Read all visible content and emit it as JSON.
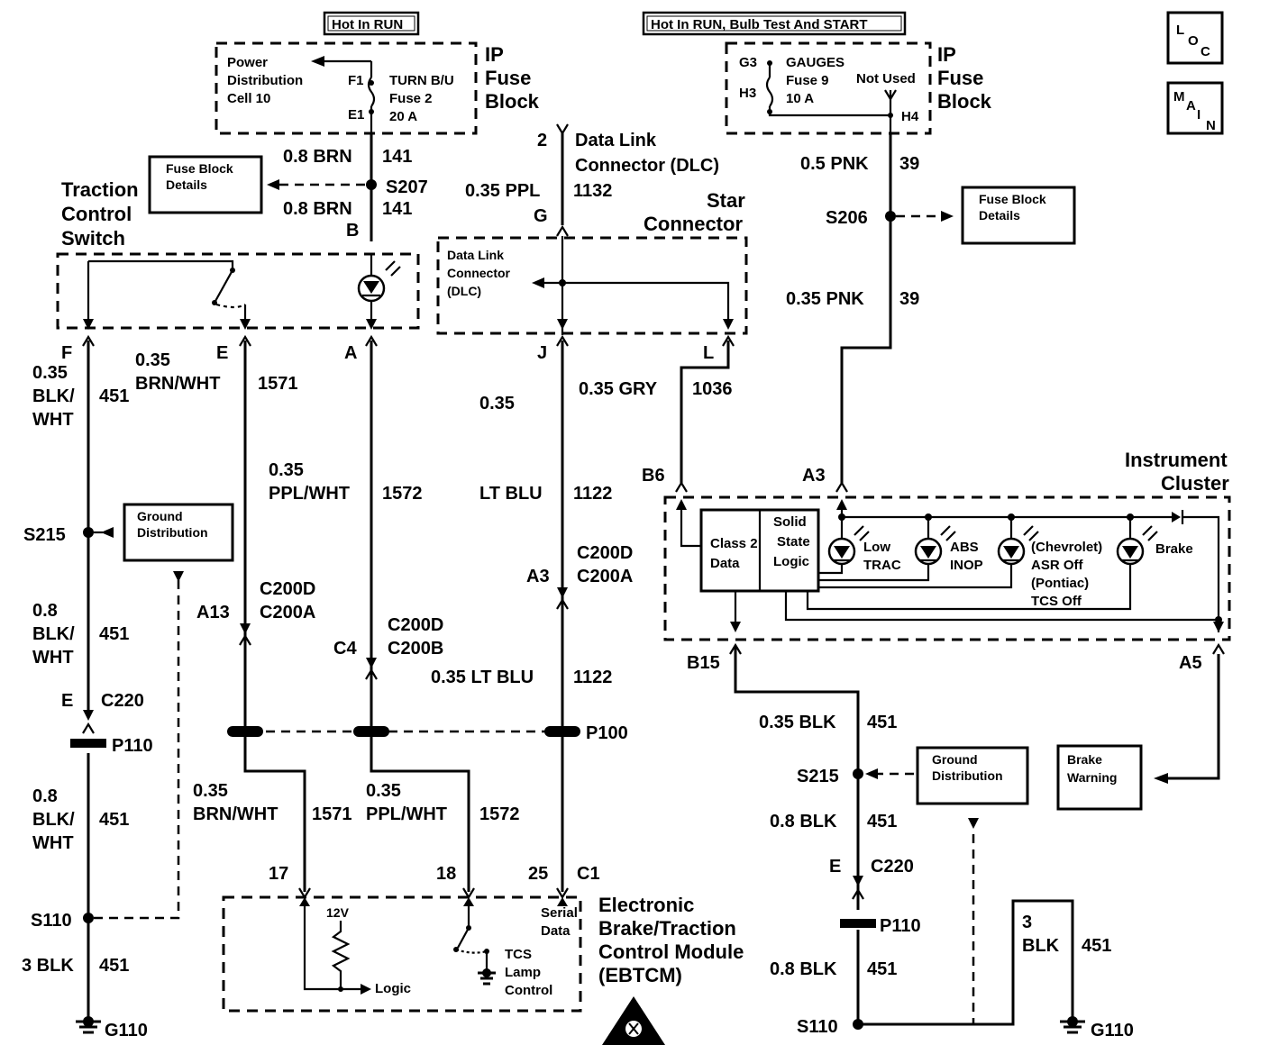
{
  "headers": {
    "hot_run": "Hot In RUN",
    "hot_run_bulb": "Hot In RUN, Bulb Test And START",
    "loc": [
      "L",
      "O",
      "C"
    ],
    "main": [
      "M",
      "A",
      "I",
      "N"
    ]
  },
  "ip_fuse_block": [
    "IP",
    "Fuse",
    "Block"
  ],
  "fuse_turn": {
    "pdc": [
      "Power",
      "Distribution",
      "Cell 10"
    ],
    "f1": "F1",
    "e1": "E1",
    "name": [
      "TURN B/U",
      "Fuse 2",
      "20 A"
    ]
  },
  "fuse_gauges": {
    "g3": "G3",
    "h3": "H3",
    "h4": "H4",
    "name": [
      "GAUGES",
      "Fuse 9",
      "10 A"
    ],
    "not_used": "Not Used"
  },
  "wires": {
    "w141_gauge": "0.8 BRN",
    "w141_num": "141",
    "s207": "S207",
    "fuse_details": [
      "Fuse Block",
      "Details"
    ],
    "pin_b": "B",
    "pnk05": "0.5 PNK",
    "n39": "39",
    "s206": "S206",
    "pnk035": "0.35 PNK",
    "dlc_pin2": "2",
    "dlc_label": [
      "Data Link",
      "Connector (DLC)"
    ],
    "ppl035": "0.35 PPL",
    "n1132": "1132",
    "pin_g": "G",
    "star": [
      "Star",
      "Connector"
    ]
  },
  "tcs_switch": {
    "label": [
      "Traction",
      "Control",
      "Switch"
    ],
    "pin_f": "F",
    "pin_e": "E",
    "pin_a": "A"
  },
  "dlc_box": [
    "Data Link",
    "Connector",
    "(DLC)"
  ],
  "dlc_pins": {
    "j": "J",
    "l": "L"
  },
  "left_column": {
    "g035": "0.35",
    "blkwht": [
      "BLK/",
      "WHT"
    ],
    "n451": "451",
    "s215": "S215",
    "ground_dist": [
      "Ground",
      "Distribution"
    ],
    "g08": "0.8",
    "e": "E",
    "c220": "C220",
    "p110": "P110",
    "s110": "S110",
    "blk3": "3 BLK",
    "g110": "G110"
  },
  "mid_wires": {
    "brnwht_gauge": "0.35",
    "brnwht": "BRN/WHT",
    "n1571": "1571",
    "pplwht_gauge": "0.35",
    "pplwht": "PPL/WHT",
    "n1572": "1572",
    "a13": "A13",
    "c200d": "C200D",
    "c200a": "C200A",
    "c4": "C4",
    "c200b": "C200B",
    "ltblu_gauge": "0.35",
    "ltblu": "LT BLU",
    "n1122": "1122",
    "a3": "A3",
    "ltblu035": "0.35 LT BLU",
    "p100": "P100",
    "gry": "0.35 GRY",
    "n1036": "1036"
  },
  "ebtcm": {
    "pin17": "17",
    "pin18": "18",
    "pin25": "25",
    "c1": "C1",
    "v12": "12V",
    "logic": "Logic",
    "serial": [
      "Serial",
      "Data"
    ],
    "tcs_lamp": [
      "TCS",
      "Lamp",
      "Control"
    ],
    "name": [
      "Electronic",
      "Brake/Traction",
      "Control Module",
      "(EBTCM)"
    ]
  },
  "cluster": {
    "title": [
      "Instrument",
      "Cluster"
    ],
    "b6": "B6",
    "a3": "A3",
    "class2": [
      "Class 2",
      "Data"
    ],
    "solid": [
      "Solid",
      "State",
      "Logic"
    ],
    "low_trac": [
      "Low",
      "TRAC"
    ],
    "abs_inop": [
      "ABS",
      "INOP"
    ],
    "asr": [
      "(Chevrolet)",
      "ASR Off",
      "(Pontiac)",
      "TCS Off"
    ],
    "brake": "Brake",
    "b15": "B15",
    "a5": "A5"
  },
  "right_column": {
    "blk035": "0.35 BLK",
    "n451": "451",
    "s215": "S215",
    "ground_dist": [
      "Ground",
      "Distribution"
    ],
    "blk08": "0.8 BLK",
    "e": "E",
    "c220": "C220",
    "p110": "P110",
    "s110": "S110",
    "brake_warning": [
      "Brake",
      "Warning"
    ],
    "g3": "3",
    "blk": "BLK",
    "g110": "G110"
  }
}
